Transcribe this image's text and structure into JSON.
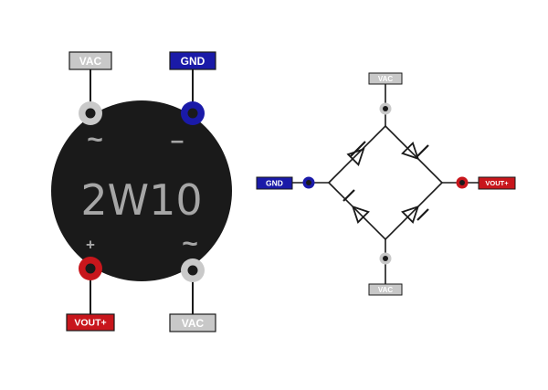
{
  "package": {
    "part_number": "2W10",
    "ac_symbol": "~",
    "minus_symbol": "–",
    "plus_symbol": "+",
    "labels": {
      "vac_top": "VAC",
      "gnd": "GND",
      "vout": "VOUT+",
      "vac_bottom": "VAC"
    }
  },
  "schematic": {
    "labels": {
      "vac_top": "VAC",
      "gnd": "GND",
      "vout": "VOUT+",
      "vac_bottom": "VAC"
    }
  },
  "colors": {
    "vac": "#c8c8c8",
    "gnd": "#1a1aa8",
    "vout": "#c8161c",
    "body": "#1a1a1a",
    "pad_outer": "#c9c9c9"
  }
}
